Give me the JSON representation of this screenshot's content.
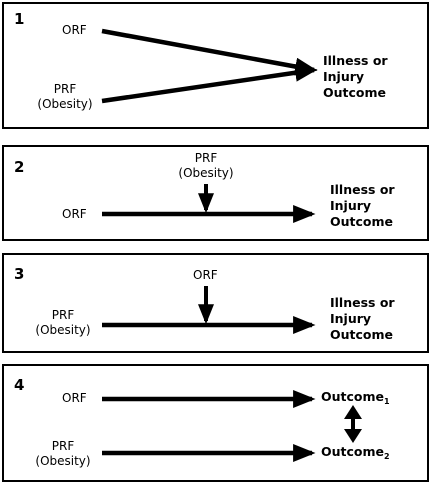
{
  "labels": {
    "orf": "ORF",
    "prf": "PRF",
    "obesity": "(Obesity)",
    "outcome_line1": "Illness or",
    "outcome_line2": "Injury",
    "outcome_line3": "Outcome",
    "outcome_word": "Outcome",
    "sub1": "1",
    "sub2": "2"
  },
  "panels": [
    {
      "number": "1"
    },
    {
      "number": "2"
    },
    {
      "number": "3"
    },
    {
      "number": "4"
    }
  ]
}
